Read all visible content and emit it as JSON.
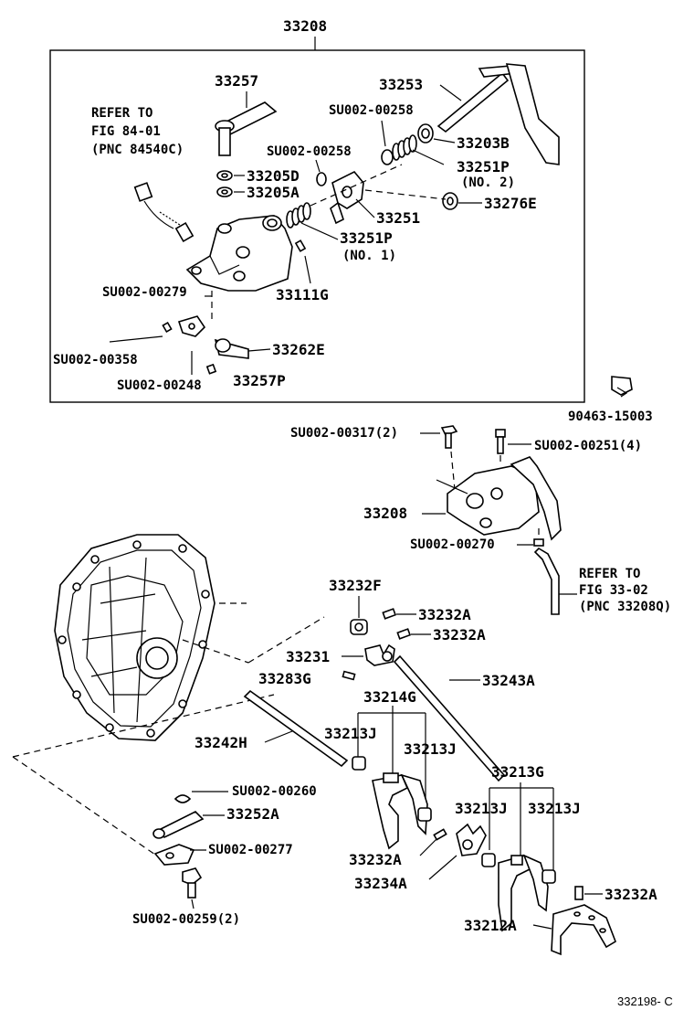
{
  "diagram": {
    "top_assembly_label": "33208",
    "figure_code": "332198- C",
    "refs": {
      "ref1": {
        "l1": "REFER TO",
        "l2": "FIG 84-01",
        "l3": "(PNC 84540C)"
      },
      "ref2": {
        "l1": "REFER TO",
        "l2": "FIG 33-02",
        "l3": "(PNC 33208Q)"
      }
    },
    "labels": {
      "p33257": "33257",
      "p33253": "33253",
      "su00258a": "SU002-00258",
      "su00258b": "SU002-00258",
      "p33203B": "33203B",
      "p33205D": "33205D",
      "p33205A": "33205A",
      "p33251P2": "33251P",
      "no2": "(NO. 2)",
      "p33251": "33251",
      "p33276E": "33276E",
      "p33251P1": "33251P",
      "no1": "(NO. 1)",
      "su00279": "SU002-00279",
      "p33111G": "33111G",
      "su00358": "SU002-00358",
      "p33262E": "33262E",
      "su00248": "SU002-00248",
      "p33257P": "33257P",
      "p90463": "90463-15003",
      "su00317": "SU002-00317(2)",
      "su00251": "SU002-00251(4)",
      "p33208b": "33208",
      "su00270": "SU002-00270",
      "p33232F": "33232F",
      "p33232A1": "33232A",
      "p33232A2": "33232A",
      "p33231": "33231",
      "p33283G": "33283G",
      "p33243A": "33243A",
      "p33214G": "33214G",
      "p33213Ja": "33213J",
      "p33213Jb": "33213J",
      "p33242H": "33242H",
      "p33213G": "33213G",
      "p33213Jc": "33213J",
      "p33213Jd": "33213J",
      "su00260": "SU002-00260",
      "p33252A": "33252A",
      "su00277": "SU002-00277",
      "p33232A3": "33232A",
      "p33234A": "33234A",
      "p33232A4": "33232A",
      "p33212A": "33212A",
      "su00259": "SU002-00259(2)"
    }
  }
}
